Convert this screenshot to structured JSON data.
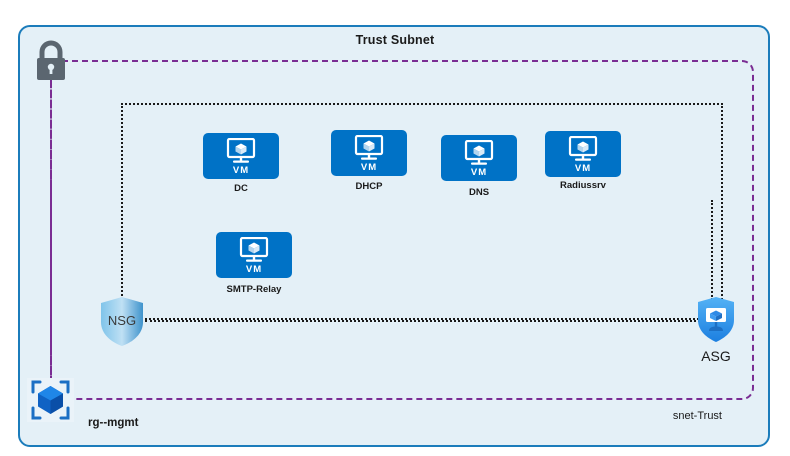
{
  "diagram": {
    "title": "Trust Subnet",
    "resource_group_label": "rg--mgmt",
    "subnet_label": "snet-Trust",
    "colors": {
      "container_fill": "#e4f0f7",
      "container_border": "#1b7cbb",
      "subnet_boundary": "#7a2d93",
      "asg_boundary": "#1a1a1a",
      "vm_tile": "#0072c6",
      "lock": "#5b6670",
      "nsg_shield": "#55a8dd",
      "asg_shield": "#3aa0ef"
    }
  },
  "vms": [
    {
      "name": "DC",
      "badge": "VM",
      "icon": "virtual-machine-icon"
    },
    {
      "name": "DHCP",
      "badge": "VM",
      "icon": "virtual-machine-icon"
    },
    {
      "name": "DNS",
      "badge": "VM",
      "icon": "virtual-machine-icon"
    },
    {
      "name": "Radiussrv",
      "badge": "VM",
      "icon": "virtual-machine-icon"
    },
    {
      "name": "SMTP-Relay",
      "badge": "VM",
      "icon": "virtual-machine-icon"
    }
  ],
  "security": {
    "nsg": {
      "label": "NSG",
      "icon": "network-security-group-shield-icon"
    },
    "asg": {
      "label": "ASG",
      "icon": "application-security-group-shield-icon"
    }
  },
  "icons": {
    "lock": "lock-icon",
    "resource_group": "resource-group-cube-icon"
  }
}
